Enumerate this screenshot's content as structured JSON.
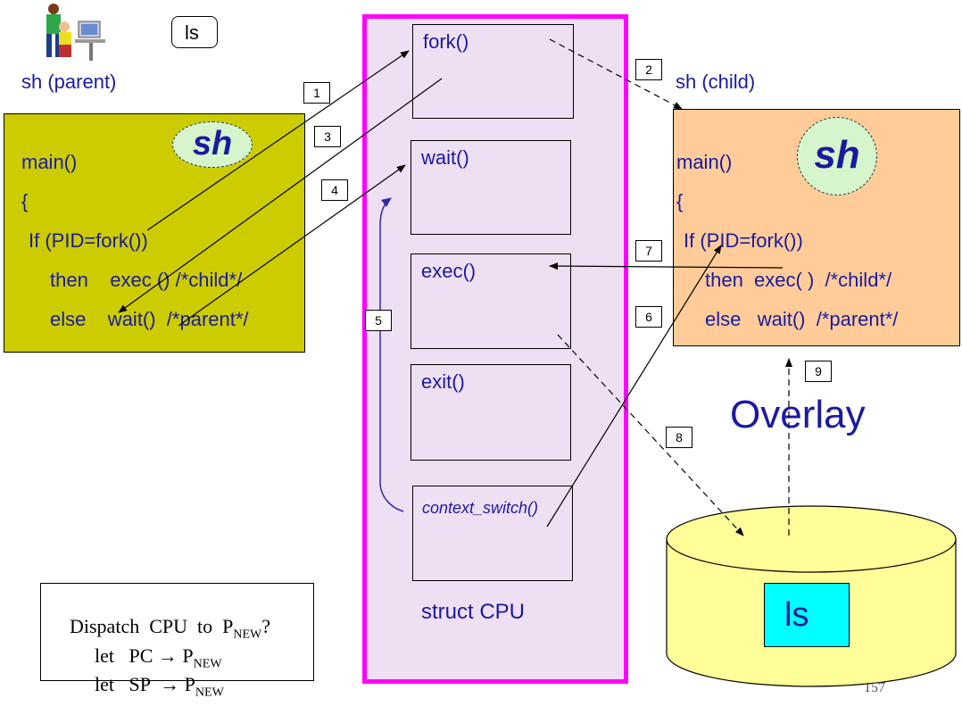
{
  "parent": {
    "label": "sh (parent)",
    "speech": "ls",
    "logo": "sh",
    "code": [
      "main()",
      "{",
      "If (PID=fork())",
      "then    exec () /*child*/",
      "else    wait()  /*parent*/"
    ]
  },
  "child": {
    "label": "sh (child)",
    "logo": "sh",
    "code": [
      "main()",
      "{",
      "If (PID=fork())",
      "then  exec( )  /*child*/",
      "else   wait()  /*parent*/"
    ]
  },
  "cpu": {
    "label": "struct  CPU",
    "calls": [
      "fork()",
      "wait()",
      "exec()",
      "exit()",
      "context_switch()"
    ]
  },
  "overlay": "Overlay",
  "disk": {
    "file": "ls"
  },
  "steps": [
    "1",
    "2",
    "3",
    "4",
    "5",
    "6",
    "7",
    "8",
    "9"
  ],
  "dispatch": {
    "line1": "Dispatch  CPU  to  P",
    "line1_sub": "NEW",
    "line1_end": "?",
    "line2": "let   PC ",
    "line3": "let   SP  ",
    "arrow": "→",
    "p": "P",
    "sub": "NEW"
  },
  "page_number": "157",
  "colors": {
    "cpu_border": "#ff00ff",
    "cpu_fill": "#efdff2",
    "parent_fill": "#cccc00",
    "child_fill": "#ffcc99",
    "disk_fill": "#ffff99",
    "file_fill": "#00ffff",
    "text": "#1a1aa0"
  }
}
